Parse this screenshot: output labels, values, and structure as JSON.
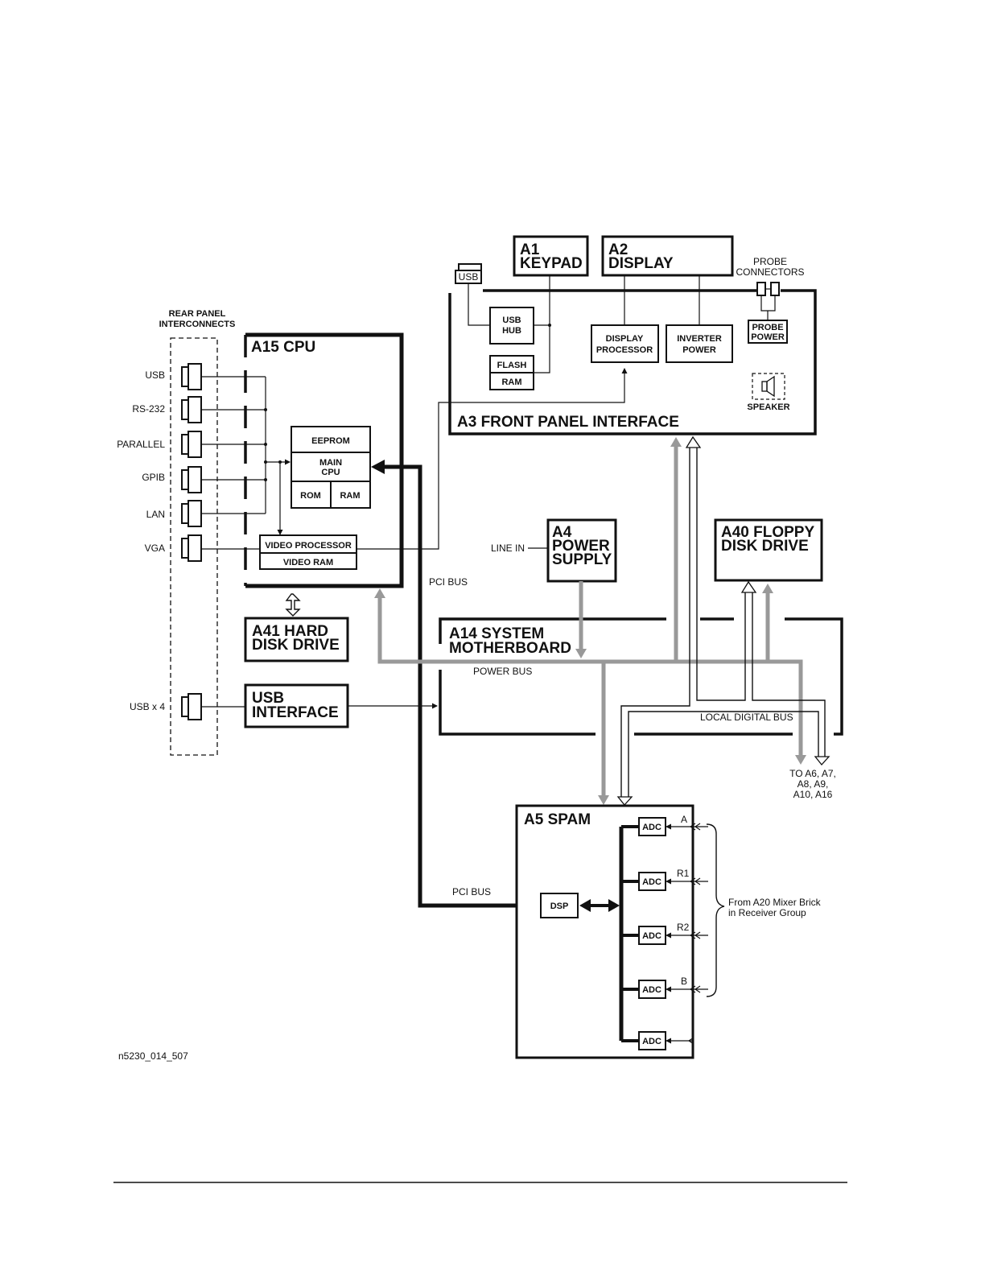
{
  "rear_panel": {
    "title_line1": "REAR PANEL",
    "title_line2": "INTERCONNECTS",
    "ports": [
      "USB",
      "RS-232",
      "PARALLEL",
      "GPIB",
      "LAN",
      "VGA"
    ],
    "usb4": "USB x 4"
  },
  "a15": {
    "title": "A15 CPU",
    "eeprom": "EEPROM",
    "main_cpu_line1": "MAIN",
    "main_cpu_line2": "CPU",
    "rom": "ROM",
    "ram": "RAM",
    "video_processor": "VIDEO PROCESSOR",
    "video_ram": "VIDEO RAM"
  },
  "a41": {
    "line1": "A41 HARD",
    "line2": "DISK DRIVE"
  },
  "usb_interface": {
    "line1": "USB",
    "line2": "INTERFACE"
  },
  "a1": {
    "line1": "A1",
    "line2": "KEYPAD"
  },
  "a2": {
    "line1": "A2",
    "line2": "DISPLAY"
  },
  "probe_connectors": {
    "line1": "PROBE",
    "line2": "CONNECTORS"
  },
  "a3": {
    "title": "A3 FRONT PANEL INTERFACE",
    "usb": "USB",
    "usb_hub_line1": "USB",
    "usb_hub_line2": "HUB",
    "flash": "FLASH",
    "ram": "RAM",
    "display_processor_line1": "DISPLAY",
    "display_processor_line2": "PROCESSOR",
    "inverter_power_line1": "INVERTER",
    "inverter_power_line2": "POWER",
    "probe_power_line1": "PROBE",
    "probe_power_line2": "POWER",
    "speaker": "SPEAKER"
  },
  "a4": {
    "line1": "A4",
    "line2": "POWER",
    "line3": "SUPPLY",
    "line_in": "LINE IN"
  },
  "a40": {
    "line1": "A40 FLOPPY",
    "line2": "DISK DRIVE"
  },
  "a14": {
    "line1": "A14 SYSTEM",
    "line2": "MOTHERBOARD",
    "power_bus": "POWER BUS",
    "local_digital_bus": "LOCAL DIGITAL BUS"
  },
  "pci_bus_top": "PCI BUS",
  "pci_bus_bottom": "PCI BUS",
  "to_boards": {
    "line1": "TO A6, A7,",
    "line2": "A8, A9,",
    "line3": "A10, A16"
  },
  "a5": {
    "title": "A5 SPAM",
    "dsp": "DSP",
    "adc": "ADC",
    "channels": [
      "A",
      "R1",
      "R2",
      "B"
    ],
    "from_line1": "From A20 Mixer Brick",
    "from_line2": "in Receiver Group"
  },
  "figure_id": "n5230_014_507"
}
